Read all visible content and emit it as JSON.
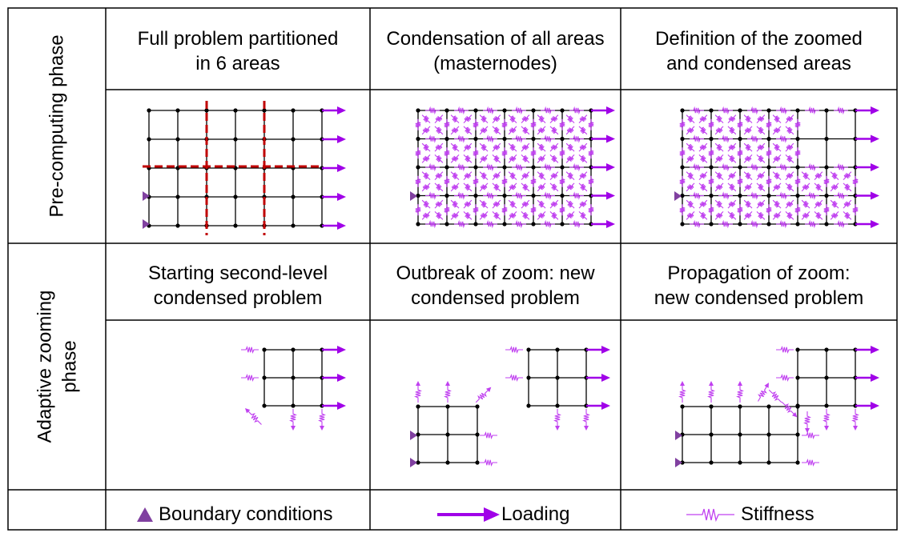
{
  "phases": {
    "precomputing": "Pre-computing phase",
    "adaptive_line1": "Adaptive zooming",
    "adaptive_line2": "phase"
  },
  "headers": [
    {
      "line1": "Full problem partitioned",
      "line2": "in 6 areas"
    },
    {
      "line1": "Condensation of all areas",
      "line2": "(masternodes)"
    },
    {
      "line1": "Definition of the zoomed",
      "line2": "and condensed areas"
    },
    {
      "line1": "Starting second-level",
      "line2": "condensed problem"
    },
    {
      "line1": "Outbreak of zoom: new",
      "line2": "condensed problem"
    },
    {
      "line1": "Propagation of zoom:",
      "line2": "new condensed problem"
    }
  ],
  "legend": {
    "boundary": "Boundary conditions",
    "loading": "Loading",
    "stiffness": "Stiffness"
  },
  "colors": {
    "grid": "#000000",
    "partition": "#c00000",
    "arrow": "#a000e8",
    "stiffness": "#c040f0",
    "boundary": "#8040a0",
    "border": "#000000"
  }
}
